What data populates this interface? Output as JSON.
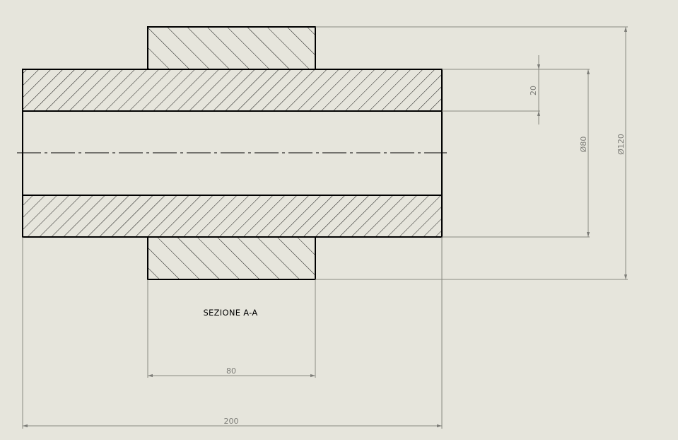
{
  "section_title": "SEZIONE A-A",
  "dimensions": {
    "outer_diameter": "Ø120",
    "bore_diameter": "Ø80",
    "wall_thickness": "20",
    "hub_length": "80",
    "total_length": "200"
  },
  "colors": {
    "background": "#e6e5dc",
    "outline": "#000000",
    "dimension": "#7d7d78"
  }
}
